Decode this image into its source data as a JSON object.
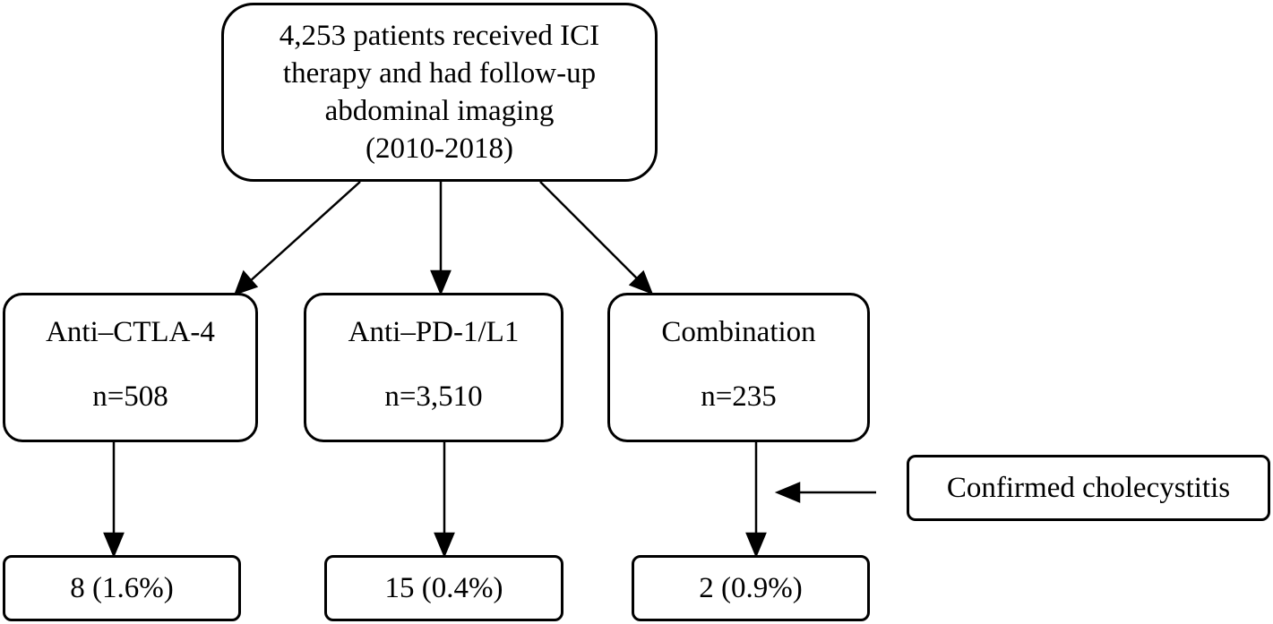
{
  "diagram": {
    "root": {
      "lines": [
        "4,253 patients received ICI",
        "therapy and had follow-up",
        "abdominal imaging",
        "(2010-2018)"
      ]
    },
    "groups": [
      {
        "name": "Anti–CTLA-4",
        "n": "n=508",
        "result": "8 (1.6%)"
      },
      {
        "name": "Anti–PD-1/L1",
        "n": "n=3,510",
        "result": "15 (0.4%)"
      },
      {
        "name": "Combination",
        "n": "n=235",
        "result": "2 (0.9%)"
      }
    ],
    "legend": {
      "label": "Confirmed cholecystitis"
    }
  }
}
